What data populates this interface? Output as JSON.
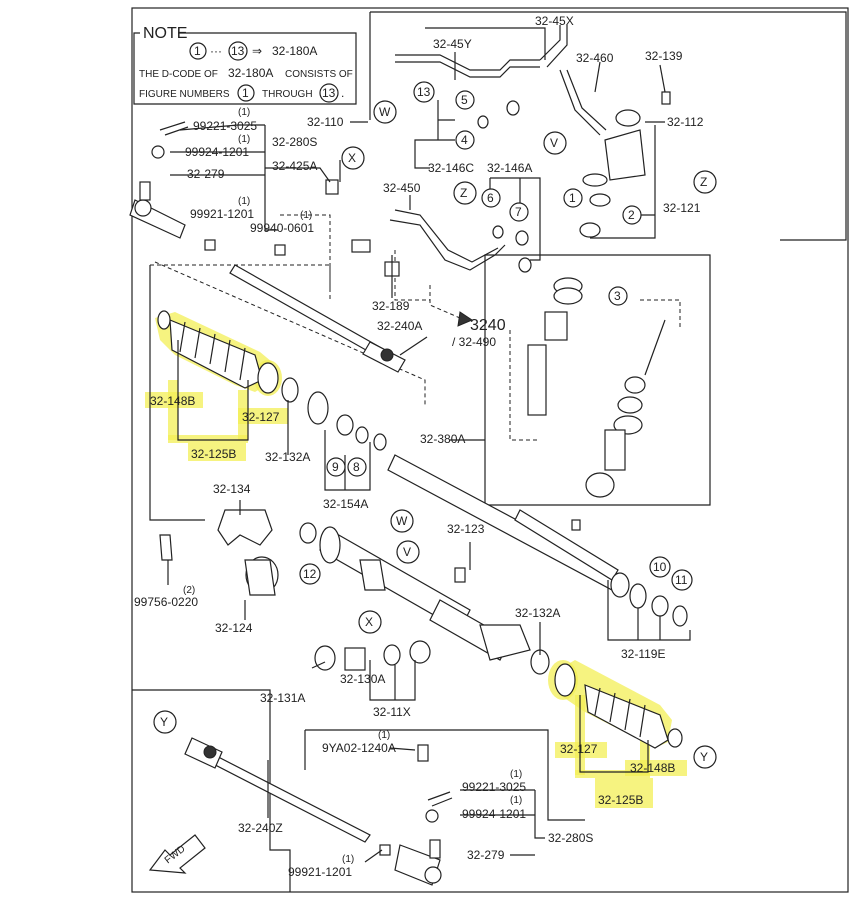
{
  "note": {
    "title": "NOTE",
    "range_from": "1",
    "range_sep": "···",
    "range_to": "13",
    "arrow": "⇒",
    "code": "32-180A",
    "line2_a": "THE D-CODE OF",
    "line2_b": "32-180A",
    "line2_c": "CONSISTS OF",
    "line3_a": "FIGURE NUMBERS",
    "line3_b": "1",
    "line3_c": "THROUGH",
    "line3_d": "13",
    "line3_e": "."
  },
  "labels": {
    "p32_45X": "32-45X",
    "p32_45Y": "32-45Y",
    "p32_460": "32-460",
    "p32_139": "32-139",
    "p32_112": "32-112",
    "p32_110": "32-110",
    "p32_121": "32-121",
    "p32_146A": "32-146A",
    "p32_146C": "32-146C",
    "p32_450": "32-450",
    "p32_189": "32-189",
    "p32_240A": "32-240A",
    "p3240": "3240",
    "p32_490": "/ 32-490",
    "p99221_3025_top": "99221-3025",
    "p99924_1201_top": "99924-1201",
    "p32_279_top": "32-279",
    "p32_280S_top": "32-280S",
    "p32_425A": "32-425A",
    "p99921_1201_top": "99921-1201",
    "p99940_0601": "99940-0601",
    "p32_148B_left": "32-148B",
    "p32_127_left": "32-127",
    "p32_125B_left": "32-125B",
    "p32_132A_left": "32-132A",
    "p32_154A": "32-154A",
    "p32_380A": "32-380A",
    "p32_134": "32-134",
    "p99756_0220": "99756-0220",
    "p32_124": "32-124",
    "p32_123": "32-123",
    "p32_132A_right": "32-132A",
    "p32_119E": "32-119E",
    "p32_131A": "32-131A",
    "p32_130A": "32-130A",
    "p32_11X": "32-11X",
    "p32_127_right": "32-127",
    "p32_148B_right": "32-148B",
    "p32_125B_right": "32-125B",
    "p9YA02_1240A": "9YA02-1240A",
    "p99221_3025_bot": "99221-3025",
    "p99924_1201_bot": "99924-1201",
    "p32_280S_bot": "32-280S",
    "p32_279_bot": "32-279",
    "p32_240Z": "32-240Z",
    "p99921_1201_bot": "99921-1201",
    "fwd": "FWD"
  },
  "qty": {
    "one": "(1)",
    "two": "(2)"
  },
  "callouts": {
    "n1": "1",
    "n2": "2",
    "n3": "3",
    "n4": "4",
    "n5": "5",
    "n6": "6",
    "n7": "7",
    "n8": "8",
    "n9": "9",
    "n10": "10",
    "n11": "11",
    "n12": "12",
    "n13": "13",
    "W": "W",
    "V": "V",
    "X": "X",
    "Y": "Y",
    "Z": "Z"
  },
  "colors": {
    "highlight": "#f3ef55",
    "ink": "#222222"
  }
}
